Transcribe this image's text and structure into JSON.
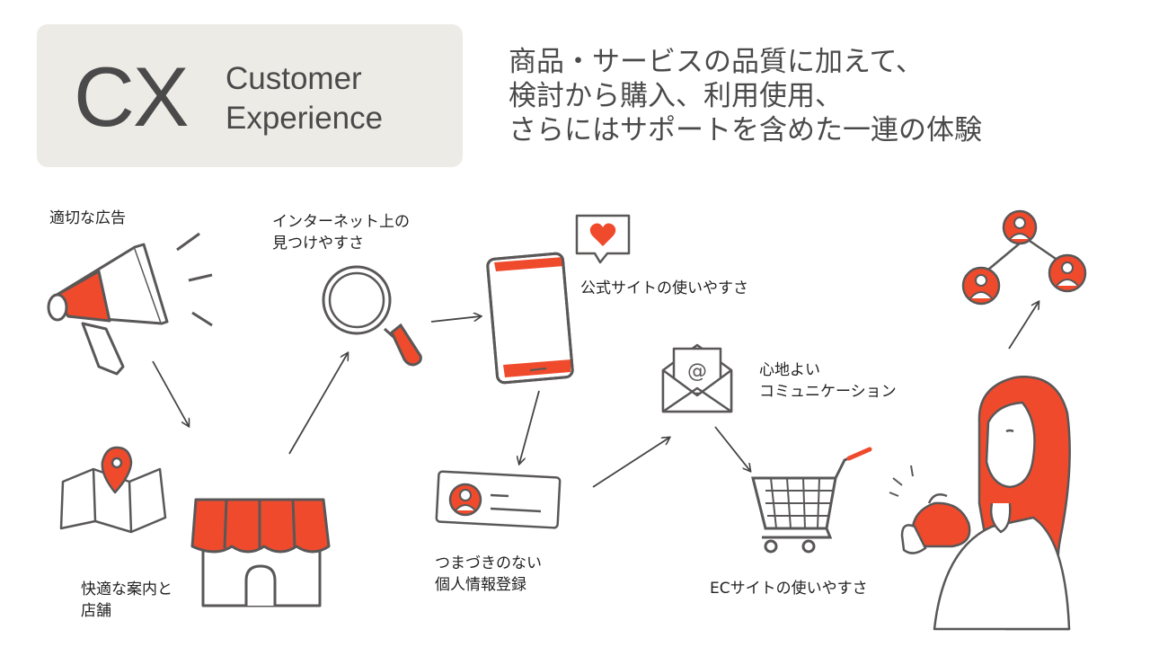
{
  "header": {
    "abbr": "CX",
    "title_line1": "Customer",
    "title_line2": "Experience"
  },
  "tagline": [
    "商品・サービスの品質に加えて、",
    "検討から購入、利用使用、",
    "さらにはサポートを含めた一連の体験"
  ],
  "steps": {
    "ad": "適切な広告",
    "search_l1": "インターネット上の",
    "search_l2": "見つけやすさ",
    "site": "公式サイトの使いやすさ",
    "guide_l1": "快適な案内と",
    "guide_l2": "店舗",
    "register_l1": "つまづきのない",
    "register_l2": "個人情報登録",
    "comm_l1": "心地よい",
    "comm_l2": "コミュニケーション",
    "ec": "ECサイトの使いやすさ"
  },
  "colors": {
    "accent": "#f04a2c",
    "stroke": "#5a5757",
    "panel": "#ecebe6",
    "text": "#4a4a4a"
  },
  "icons": [
    "megaphone-icon",
    "magnifier-icon",
    "smartphone-icon",
    "heart-bubble-icon",
    "mail-icon",
    "shopping-cart-icon",
    "map-pin-icon",
    "storefront-icon",
    "user-card-icon",
    "network-people-icon",
    "woman-with-purse-illustration"
  ]
}
